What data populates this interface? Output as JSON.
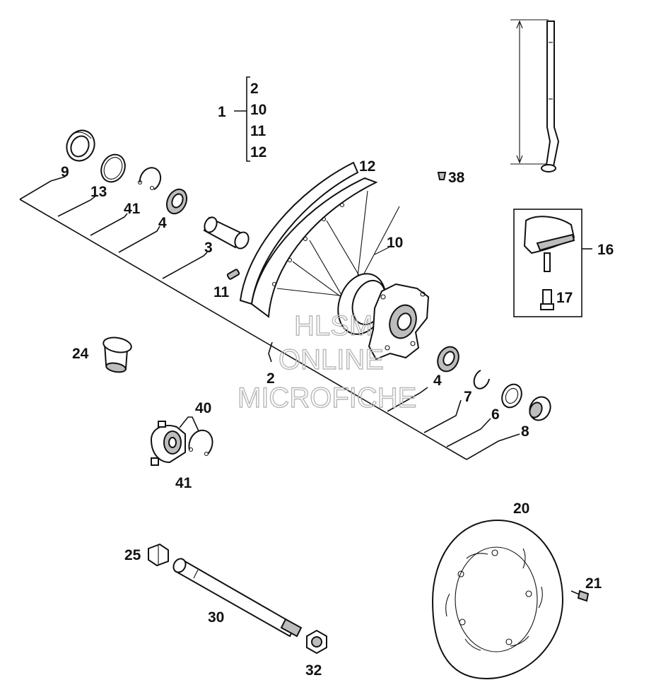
{
  "labels": {
    "l1": "1",
    "g2": "2",
    "g10": "10",
    "g11": "11",
    "g12": "12",
    "p9": "9",
    "p13": "13",
    "p41a": "41",
    "p4a": "4",
    "p3": "3",
    "p11": "11",
    "p12": "12",
    "p10": "10",
    "p38": "38",
    "p16": "16",
    "p17": "17",
    "p24": "24",
    "p2": "2",
    "p4b": "4",
    "p7": "7",
    "p6": "6",
    "p8": "8",
    "p40": "40",
    "p41b": "41",
    "p20": "20",
    "p25": "25",
    "p21": "21",
    "p30": "30",
    "p32": "32"
  },
  "watermark": {
    "line1": "HLSM",
    "line2": "ONLINE",
    "line3": "MICROFICHE"
  },
  "colors": {
    "ink": "#111111",
    "watermark": "#b8b8b8",
    "shade": "#bdbdbd"
  },
  "icons": {
    "valve": "tyre-valve-icon",
    "spoke": "spoke-icon",
    "disc": "brake-disc-icon"
  }
}
